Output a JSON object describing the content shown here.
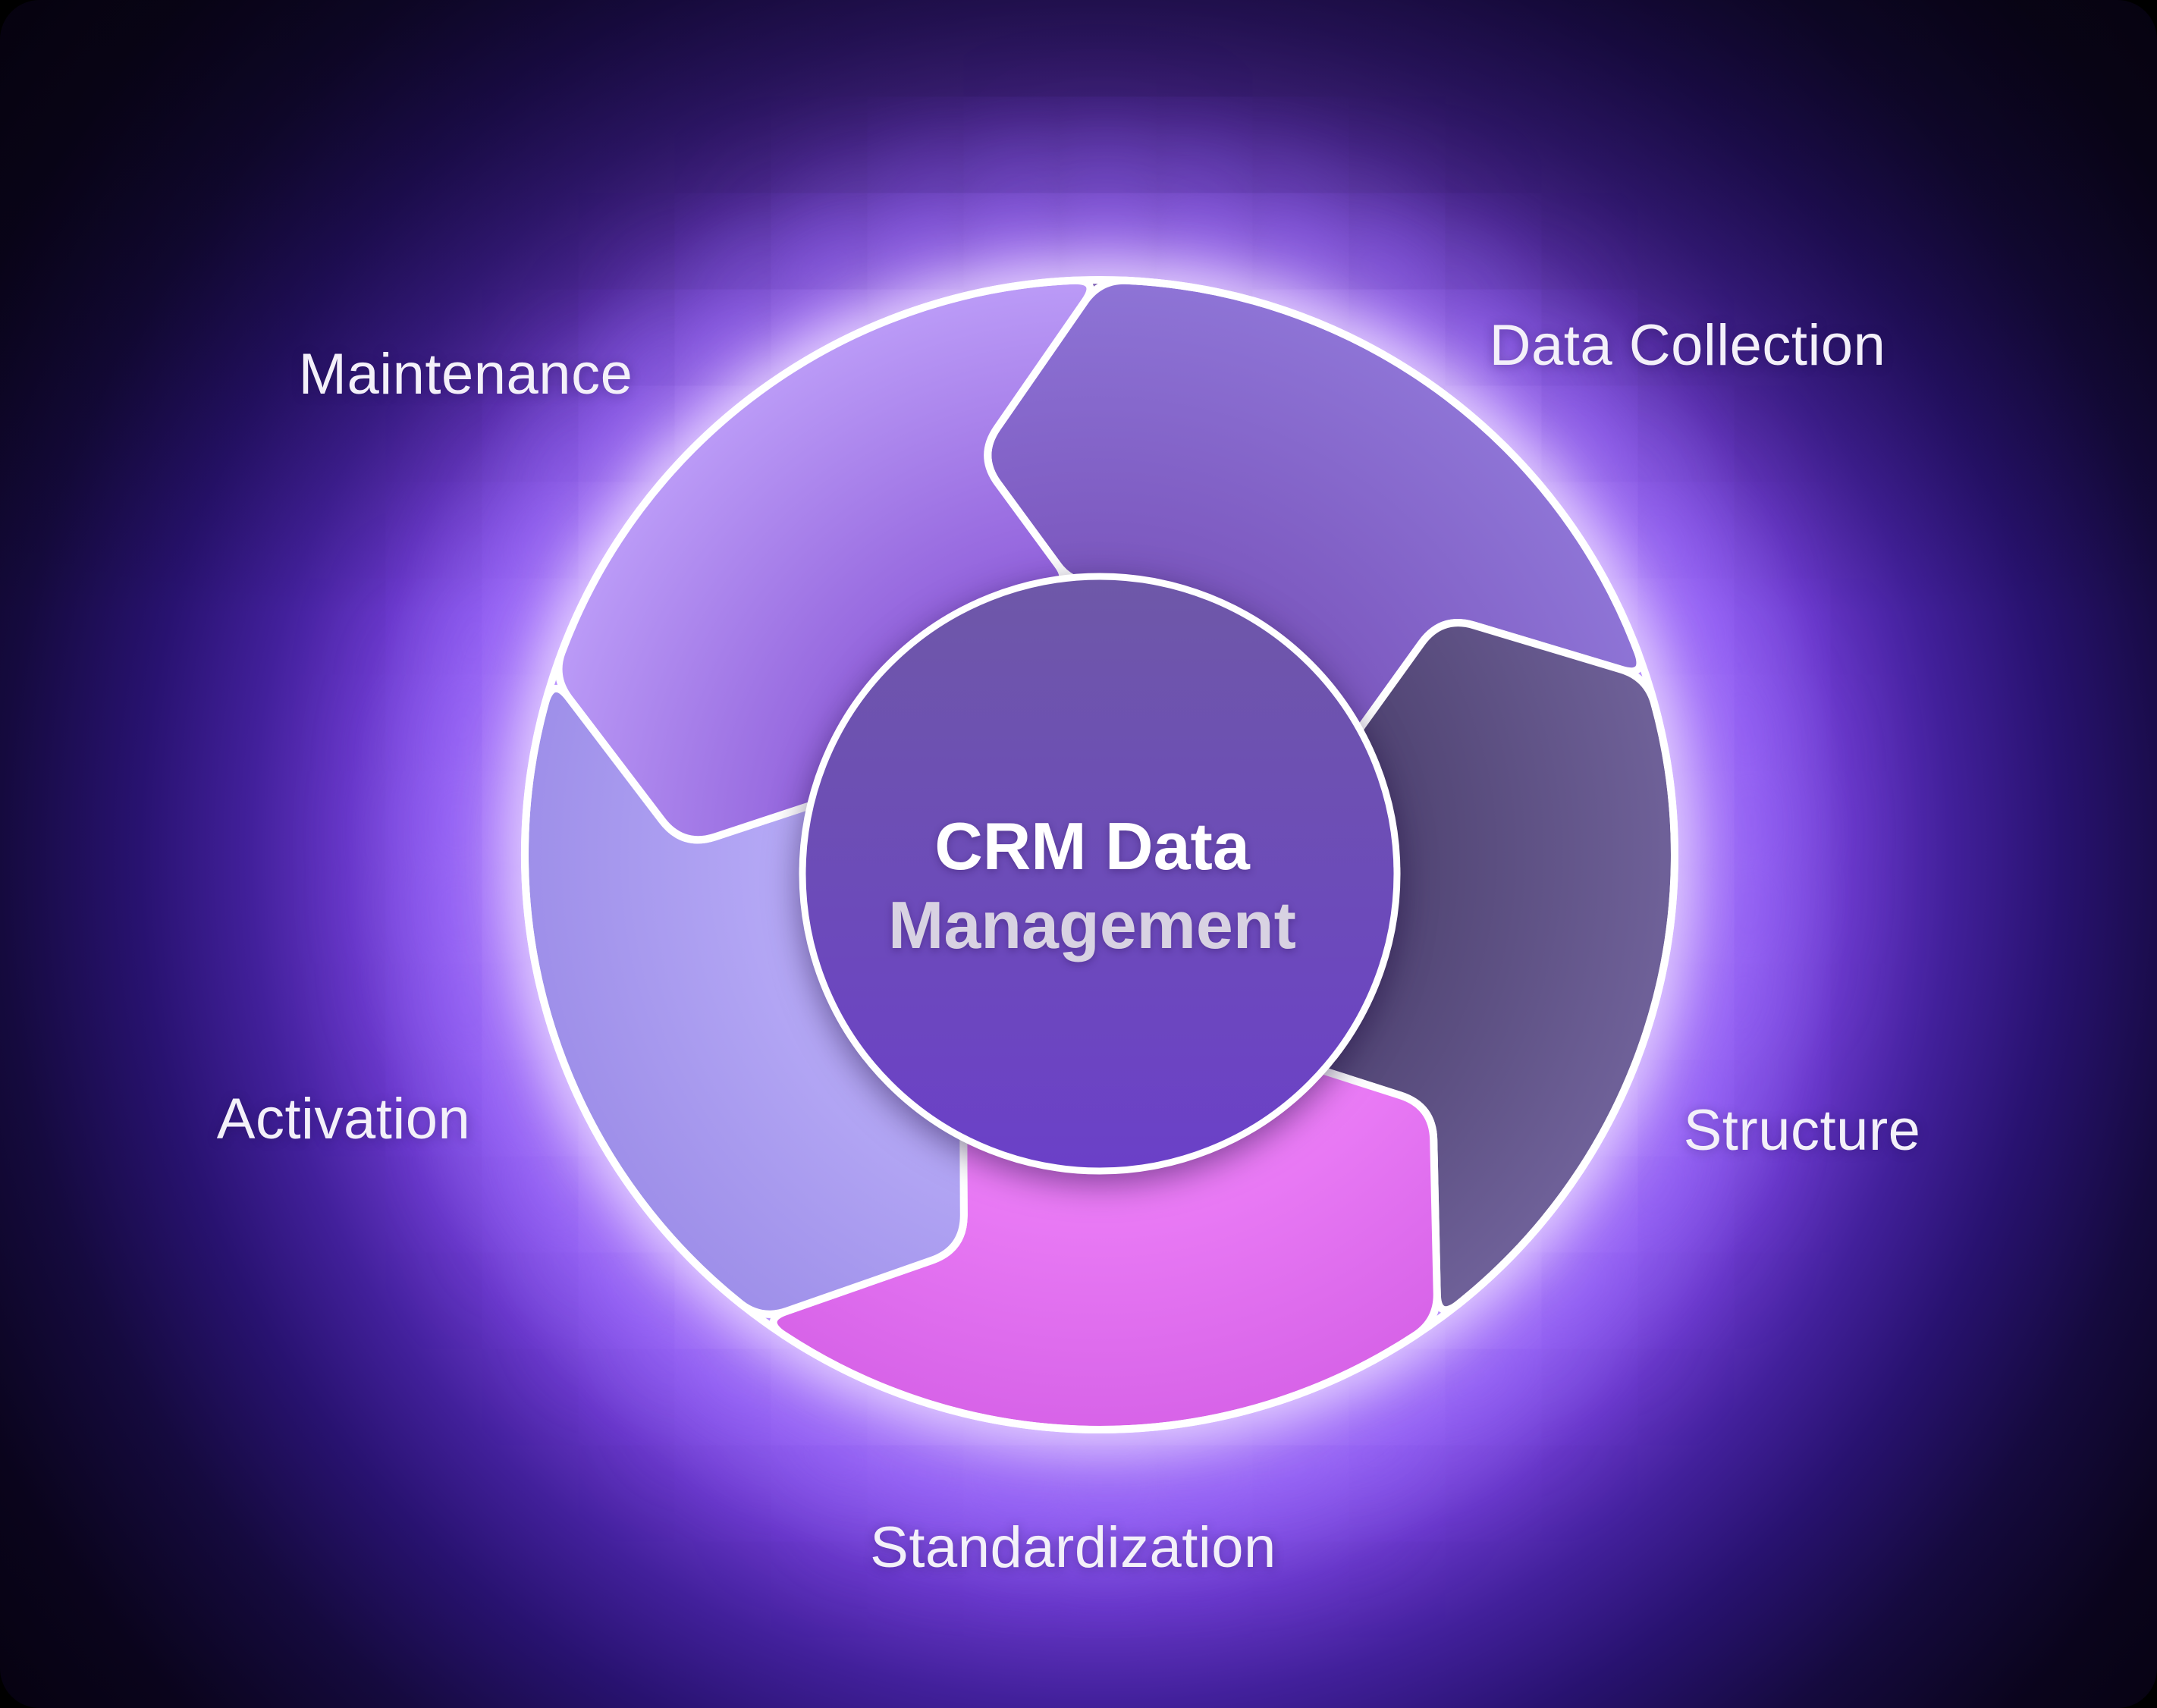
{
  "diagram": {
    "center": {
      "title_line1": "CRM Data",
      "title_line2": "Management",
      "fill_top": "#6E58A8",
      "fill_bottom": "#6B40C8"
    },
    "segments": [
      {
        "label": "Maintenance",
        "position": "top-left",
        "color_inner": "#9161DB",
        "color_outer": "#BB9BF7"
      },
      {
        "label": "Data Collection",
        "position": "top-right",
        "color_inner": "#7B57BE",
        "color_outer": "#8E74D6"
      },
      {
        "label": "Structure",
        "position": "right",
        "color_inner": "#4E4270",
        "color_outer": "#6F6199"
      },
      {
        "label": "Standardization",
        "position": "bottom",
        "color_inner": "#F083FA",
        "color_outer": "#D763E8"
      },
      {
        "label": "Activation",
        "position": "left",
        "color_inner": "#B9ADF8",
        "color_outer": "#9E8FE9"
      }
    ],
    "style": {
      "outline_color": "#FFFFFF",
      "glow_color": "#B282FF",
      "background_dark": "#070310"
    }
  }
}
